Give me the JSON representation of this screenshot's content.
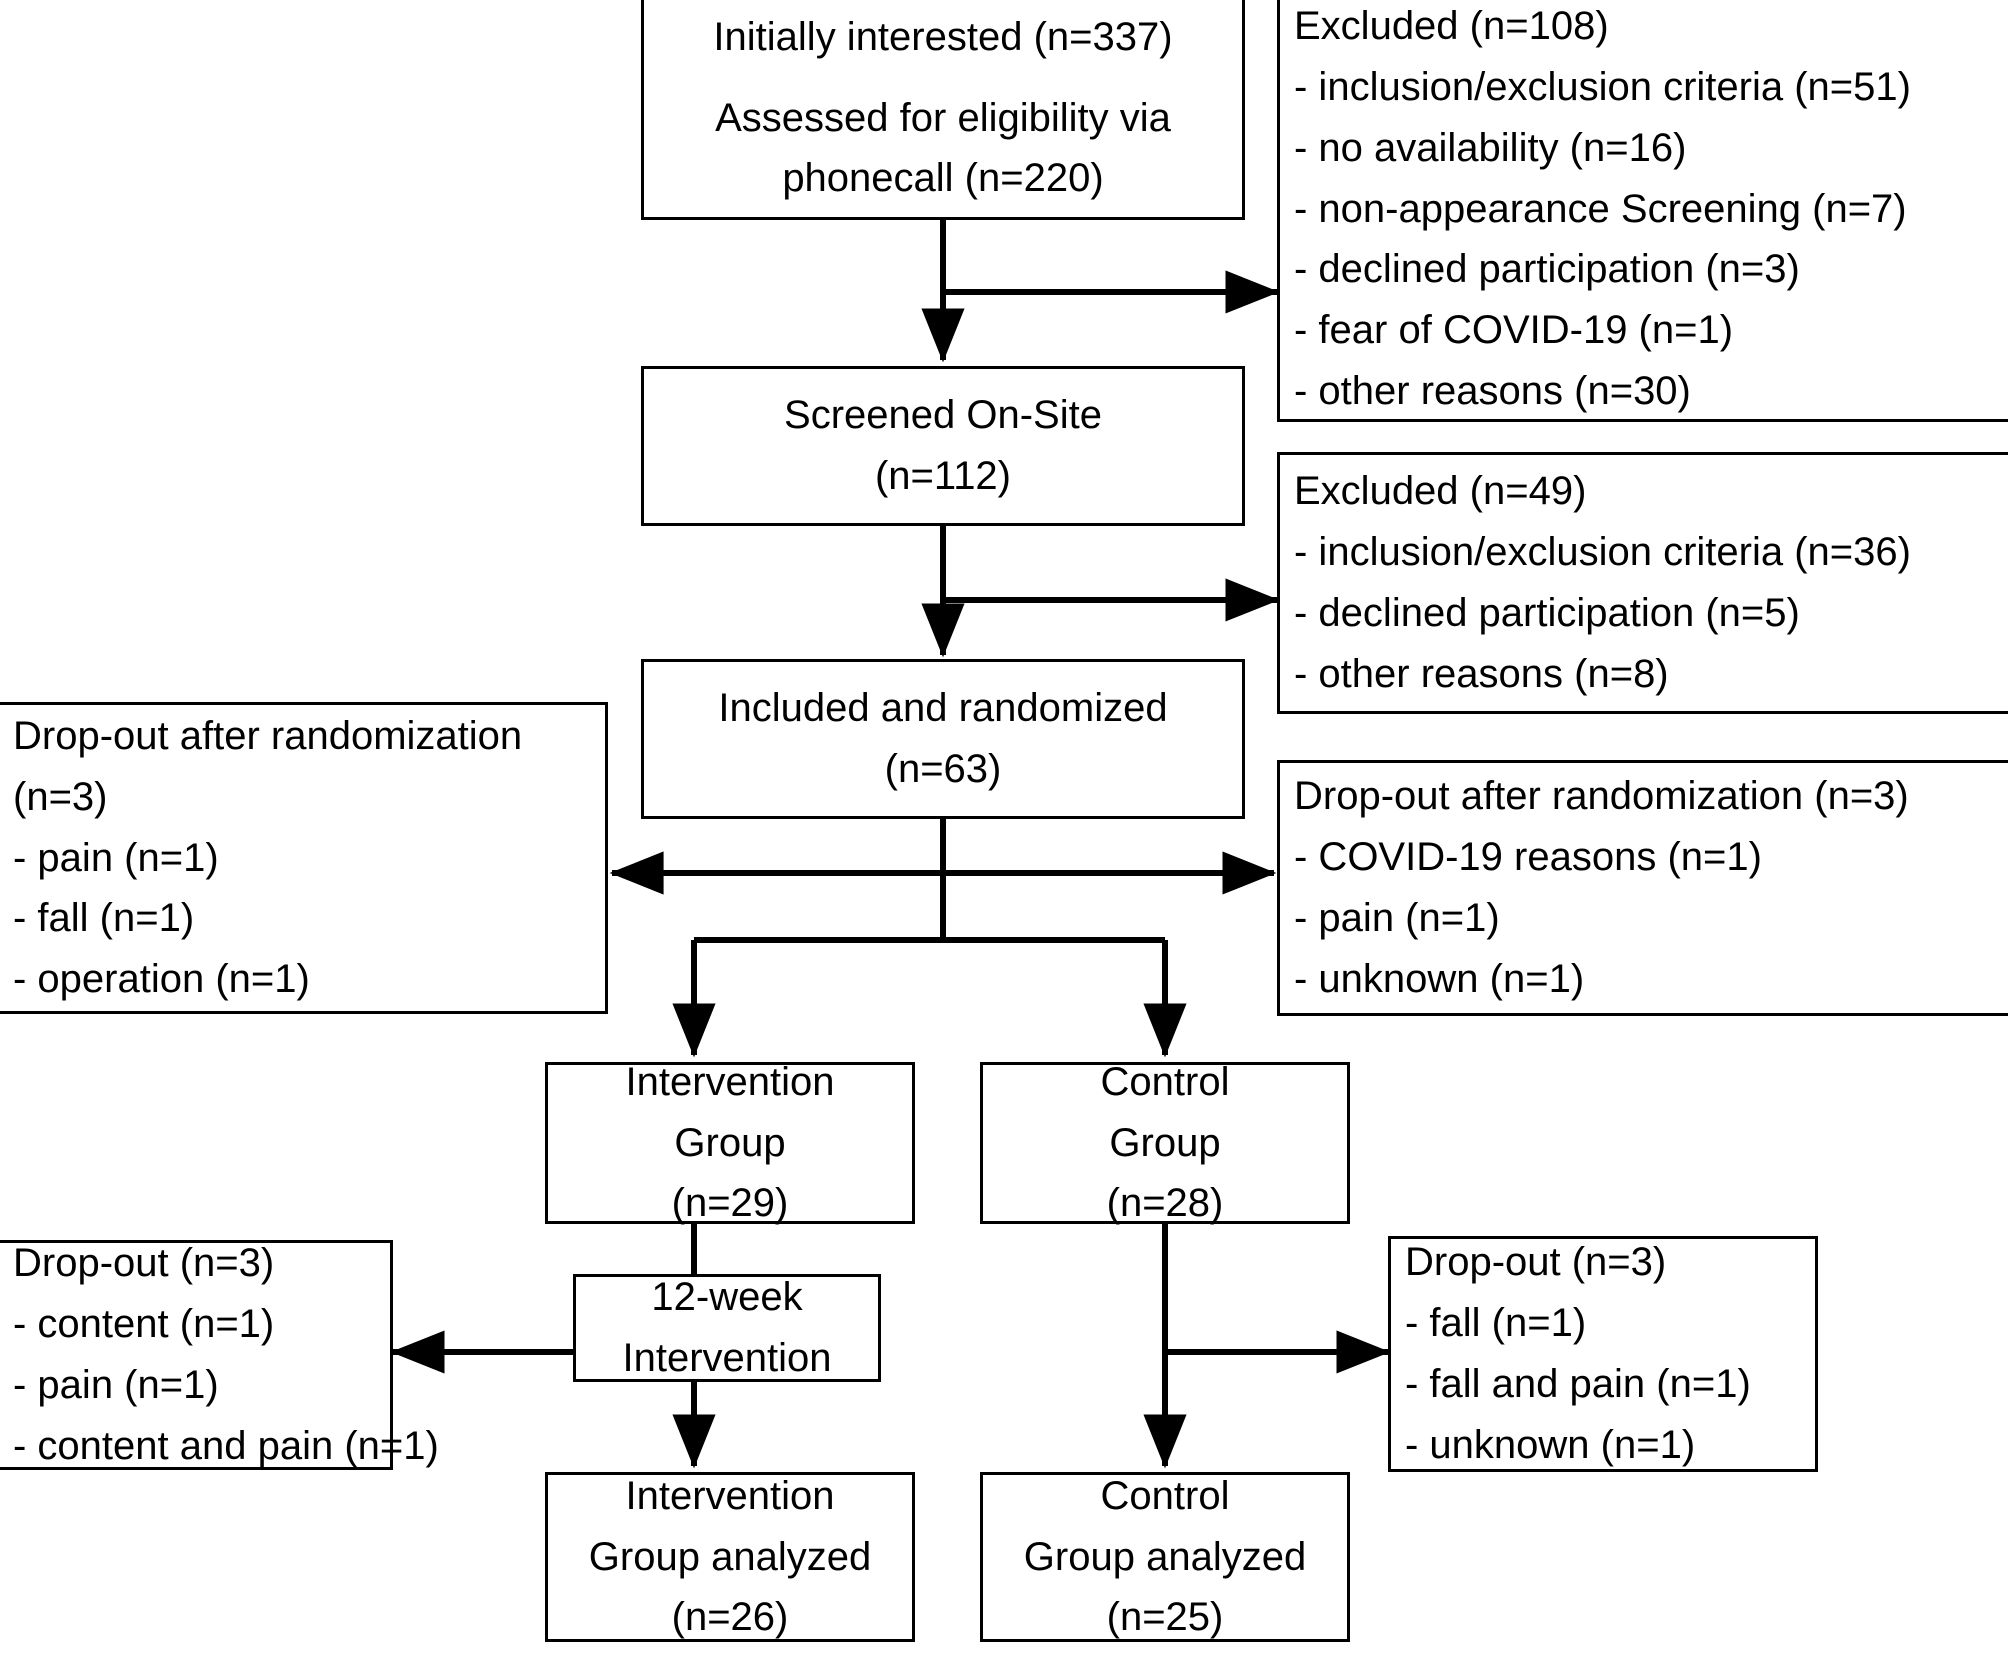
{
  "diagram": {
    "type": "flowchart",
    "title": "CONSORT participant flow diagram",
    "stroke_color": "#000000",
    "background_color": "#ffffff"
  },
  "nodes": {
    "enrollment": {
      "lines": [
        "Initially interested (n=337)",
        "",
        "Assessed for eligibility via",
        "phonecall (n=220)"
      ]
    },
    "excluded_phone": {
      "lines": [
        "Excluded (n=108)",
        "- inclusion/exclusion criteria (n=51)",
        "- no availability (n=16)",
        "- non-appearance Screening (n=7)",
        "- declined participation (n=3)",
        "- fear of COVID-19 (n=1)",
        "- other reasons (n=30)"
      ]
    },
    "screened": {
      "lines": [
        "Screened On-Site",
        "(n=112)"
      ]
    },
    "excluded_onsite": {
      "lines": [
        "Excluded (n=49)",
        "- inclusion/exclusion criteria (n=36)",
        "- declined participation (n=5)",
        "- other reasons (n=8)"
      ]
    },
    "randomized": {
      "lines": [
        "Included and randomized",
        "(n=63)"
      ]
    },
    "dropout_rand_left": {
      "lines": [
        "Drop-out after randomization",
        "(n=3)",
        "- pain (n=1)",
        "- fall (n=1)",
        "- operation (n=1)"
      ]
    },
    "dropout_rand_right": {
      "lines": [
        "Drop-out after randomization (n=3)",
        "- COVID-19 reasons (n=1)",
        "- pain (n=1)",
        "- unknown (n=1)"
      ]
    },
    "intervention_group": {
      "lines": [
        "Intervention",
        "Group",
        "(n=29)"
      ]
    },
    "control_group": {
      "lines": [
        "Control",
        "Group",
        "(n=28)"
      ]
    },
    "twelve_week": {
      "lines": [
        "12-week",
        "Intervention"
      ]
    },
    "dropout_intervention": {
      "lines": [
        "Drop-out (n=3)",
        "- content (n=1)",
        "- pain (n=1)",
        "- content and pain (n=1)"
      ]
    },
    "dropout_control": {
      "lines": [
        "Drop-out (n=3)",
        "- fall (n=1)",
        "- fall and pain (n=1)",
        "- unknown (n=1)"
      ]
    },
    "intervention_analyzed": {
      "lines": [
        "Intervention",
        "Group analyzed",
        "(n=26)"
      ]
    },
    "control_analyzed": {
      "lines": [
        "Control",
        "Group analyzed",
        "(n=25)"
      ]
    }
  },
  "chart_data": {
    "type": "flow",
    "title": "CONSORT participant flow diagram",
    "stages": [
      {
        "label": "Initially interested",
        "n": 337
      },
      {
        "label": "Assessed for eligibility via phonecall",
        "n": 220
      },
      {
        "label": "Excluded after phonecall",
        "n": 108
      },
      {
        "label": "Screened On-Site",
        "n": 112
      },
      {
        "label": "Excluded after on-site screening",
        "n": 49
      },
      {
        "label": "Included and randomized",
        "n": 63
      },
      {
        "label": "Drop-out after randomization (intervention side)",
        "n": 3
      },
      {
        "label": "Drop-out after randomization (control side)",
        "n": 3
      },
      {
        "label": "Intervention Group",
        "n": 29
      },
      {
        "label": "Control Group",
        "n": 28
      },
      {
        "label": "Drop-out intervention",
        "n": 3
      },
      {
        "label": "Drop-out control",
        "n": 3
      },
      {
        "label": "Intervention Group analyzed",
        "n": 26
      },
      {
        "label": "Control Group analyzed",
        "n": 25
      }
    ],
    "exclusion_reasons_phonecall": [
      {
        "reason": "inclusion/exclusion criteria",
        "n": 51
      },
      {
        "reason": "no availability",
        "n": 16
      },
      {
        "reason": "non-appearance Screening",
        "n": 7
      },
      {
        "reason": "declined participation",
        "n": 3
      },
      {
        "reason": "fear of COVID-19",
        "n": 1
      },
      {
        "reason": "other reasons",
        "n": 30
      }
    ],
    "exclusion_reasons_onsite": [
      {
        "reason": "inclusion/exclusion criteria",
        "n": 36
      },
      {
        "reason": "declined participation",
        "n": 5
      },
      {
        "reason": "other reasons",
        "n": 8
      }
    ],
    "dropout_after_randomization_left": [
      {
        "reason": "pain",
        "n": 1
      },
      {
        "reason": "fall",
        "n": 1
      },
      {
        "reason": "operation",
        "n": 1
      }
    ],
    "dropout_after_randomization_right": [
      {
        "reason": "COVID-19 reasons",
        "n": 1
      },
      {
        "reason": "pain",
        "n": 1
      },
      {
        "reason": "unknown",
        "n": 1
      }
    ],
    "dropout_intervention_reasons": [
      {
        "reason": "content",
        "n": 1
      },
      {
        "reason": "pain",
        "n": 1
      },
      {
        "reason": "content and pain",
        "n": 1
      }
    ],
    "dropout_control_reasons": [
      {
        "reason": "fall",
        "n": 1
      },
      {
        "reason": "fall and pain",
        "n": 1
      },
      {
        "reason": "unknown",
        "n": 1
      }
    ]
  }
}
